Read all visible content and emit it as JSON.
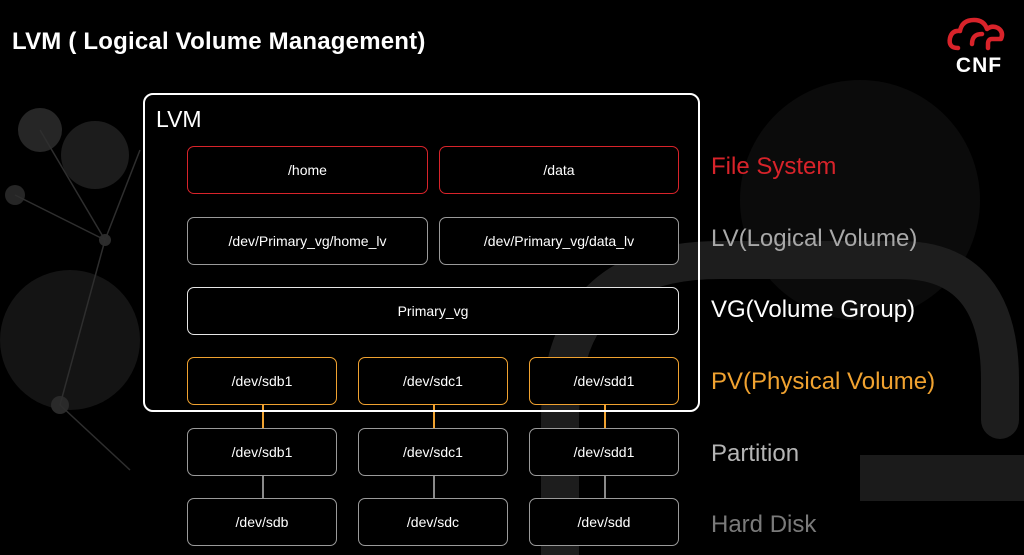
{
  "header": {
    "title": "LVM ( Logical Volume Management)",
    "logo_text": "CNF"
  },
  "diagram": {
    "frame_label": "LVM",
    "file_systems": [
      "/home",
      "/data"
    ],
    "logical_volumes": [
      "/dev/Primary_vg/home_lv",
      "/dev/Primary_vg/data_lv"
    ],
    "volume_group": "Primary_vg",
    "physical_volumes": [
      "/dev/sdb1",
      "/dev/sdc1",
      "/dev/sdd1"
    ],
    "partitions": [
      "/dev/sdb1",
      "/dev/sdc1",
      "/dev/sdd1"
    ],
    "hard_disks": [
      "/dev/sdb",
      "/dev/sdc",
      "/dev/sdd"
    ]
  },
  "layers": {
    "file_system": "File System",
    "lv": "LV(Logical Volume)",
    "vg": "VG(Volume Group)",
    "pv": "PV(Physical Volume)",
    "partition": "Partition",
    "hard_disk": "Hard Disk"
  },
  "colors": {
    "file_system": "#d8232a",
    "lv": "#9a9a9a",
    "vg": "#ffffff",
    "pv": "#f0a230",
    "partition": "#b5b5b5",
    "hard_disk": "#7a7a7a",
    "logo": "#d8232a"
  }
}
